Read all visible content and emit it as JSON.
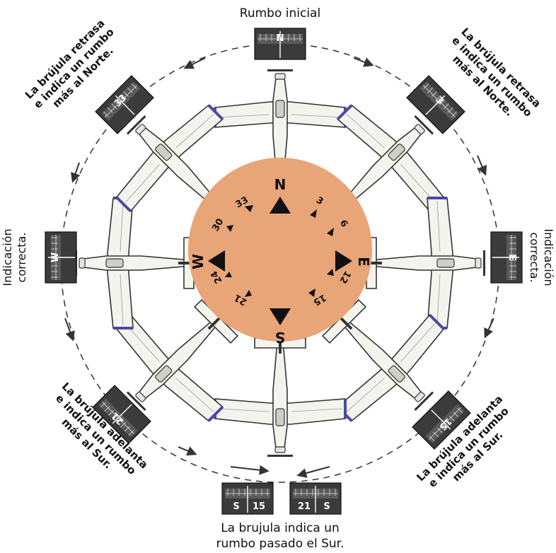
{
  "colors": {
    "rose_fill": "#e8a577",
    "plane_fill": "#f4f4ee",
    "plane_outline": "#333333",
    "wingtip": "#4a4aa8",
    "gauge_bg": "#3b3b3b",
    "gauge_text": "#ffffff",
    "path_dash": "#333333",
    "text": "#111111"
  },
  "compass_rose": {
    "cardinals": [
      "N",
      "E",
      "S",
      "W"
    ],
    "degrees": [
      "3",
      "6",
      "12",
      "15",
      "21",
      "24",
      "30",
      "33"
    ]
  },
  "labels": {
    "top": [
      "Rumbo inicial"
    ],
    "top_right": [
      "La brújula retrasa",
      "e indica un rumbo",
      "más al Norte."
    ],
    "top_left": [
      "La brújula retrasa",
      "e indica un rumbo",
      "más al Norte."
    ],
    "right": [
      "Indicación",
      "correcta."
    ],
    "left": [
      "Indicación",
      "correcta."
    ],
    "bottom_right": [
      "La brújula adelanta",
      "e indica un rumbo",
      "más al Sur."
    ],
    "bottom_left": [
      "La brújula adelanta",
      "e indica un rumbo",
      "más al Sur."
    ],
    "bottom": [
      "La brujula indica un",
      "rumbo pasado el Sur."
    ]
  },
  "gauges": {
    "north": "N",
    "northeast": "3",
    "east": "E",
    "southeast": "15",
    "southwest": "21",
    "west": "W",
    "northwest": "33",
    "bottom_a": [
      "S",
      "15"
    ],
    "bottom_b": [
      "21",
      "S"
    ]
  },
  "icons": [
    "airplane-icon",
    "compass-card-icon",
    "direction-arrow-icon"
  ]
}
